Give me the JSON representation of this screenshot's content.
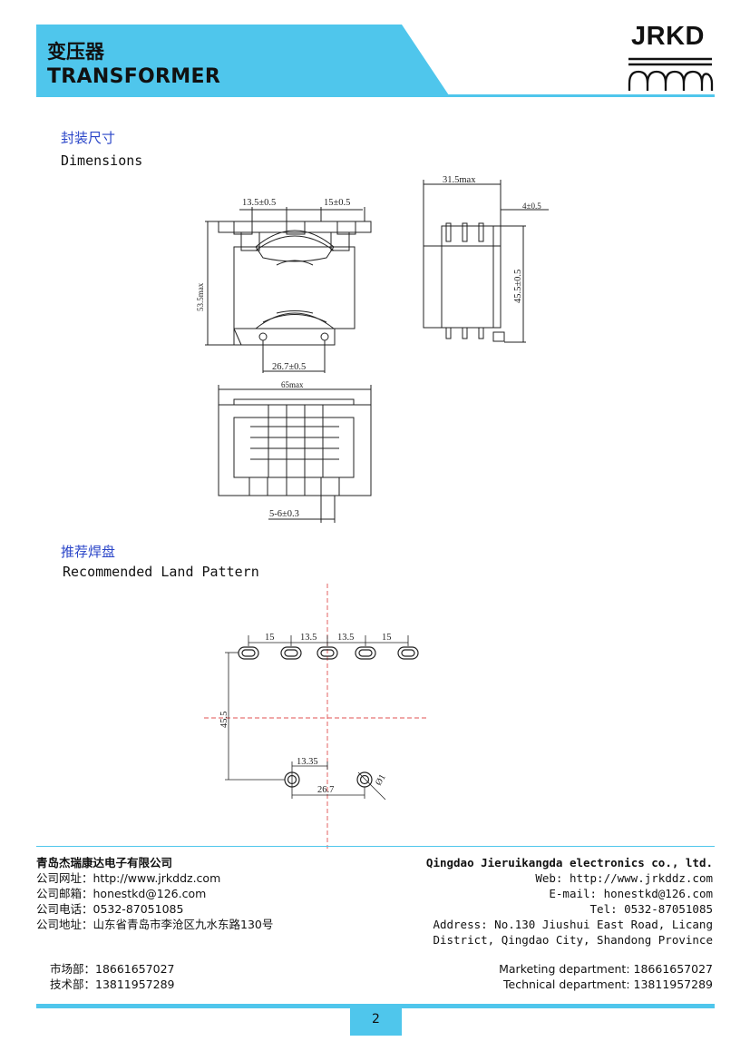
{
  "header": {
    "title_cn": "变压器",
    "title_en": "TRANSFORMER",
    "logo_text": "JRKD",
    "accent_color": "#4fc6ec"
  },
  "dimensions_section": {
    "title_cn": "封装尺寸",
    "title_en": "Dimensions",
    "front_view": {
      "top_left_dim": "13.5±0.5",
      "top_right_dim": "15±0.5",
      "height_dim": "53.5max",
      "bottom_dim": "26.7±0.5"
    },
    "side_view": {
      "width_dim": "31.5max",
      "pin_dim": "4±0.5",
      "height_dim": "45.5±0.5"
    },
    "bottom_view": {
      "width_dim": "65max",
      "pin_dim": "5-6±0.3"
    }
  },
  "land_pattern_section": {
    "title_cn": "推荐焊盘",
    "title_en": "Recommended Land Pattern",
    "dims": {
      "pitch_1": "15",
      "pitch_2": "13.5",
      "pitch_3": "13.5",
      "pitch_4": "15",
      "height": "45.5",
      "half_spacing": "13.35",
      "spacing": "26.7",
      "hole_dia": "Ø1"
    }
  },
  "footer": {
    "company_cn": "青岛杰瑞康达电子有限公司",
    "web_cn": "公司网址：http://www.jrkddz.com",
    "email_cn": "公司邮箱：honestkd@126.com",
    "tel_cn": "公司电话：0532-87051085",
    "addr_cn": "公司地址：山东省青岛市李沧区九水东路130号",
    "company_en": "Qingdao Jieruikangda electronics co., ltd.",
    "web_en": "Web: http://www.jrkddz.com",
    "email_en": "E-mail: honestkd@126.com",
    "tel_en": "Tel: 0532-87051085",
    "addr_en_1": "Address: No.130 Jiushui East Road, Licang",
    "addr_en_2": "District, Qingdao City, Shandong Province",
    "marketing_cn": "市场部：18661657027",
    "tech_cn": "技术部：13811957289",
    "marketing_en": "Marketing department: 18661657027",
    "tech_en": "Technical department: 13811957289"
  },
  "page_number": "2"
}
